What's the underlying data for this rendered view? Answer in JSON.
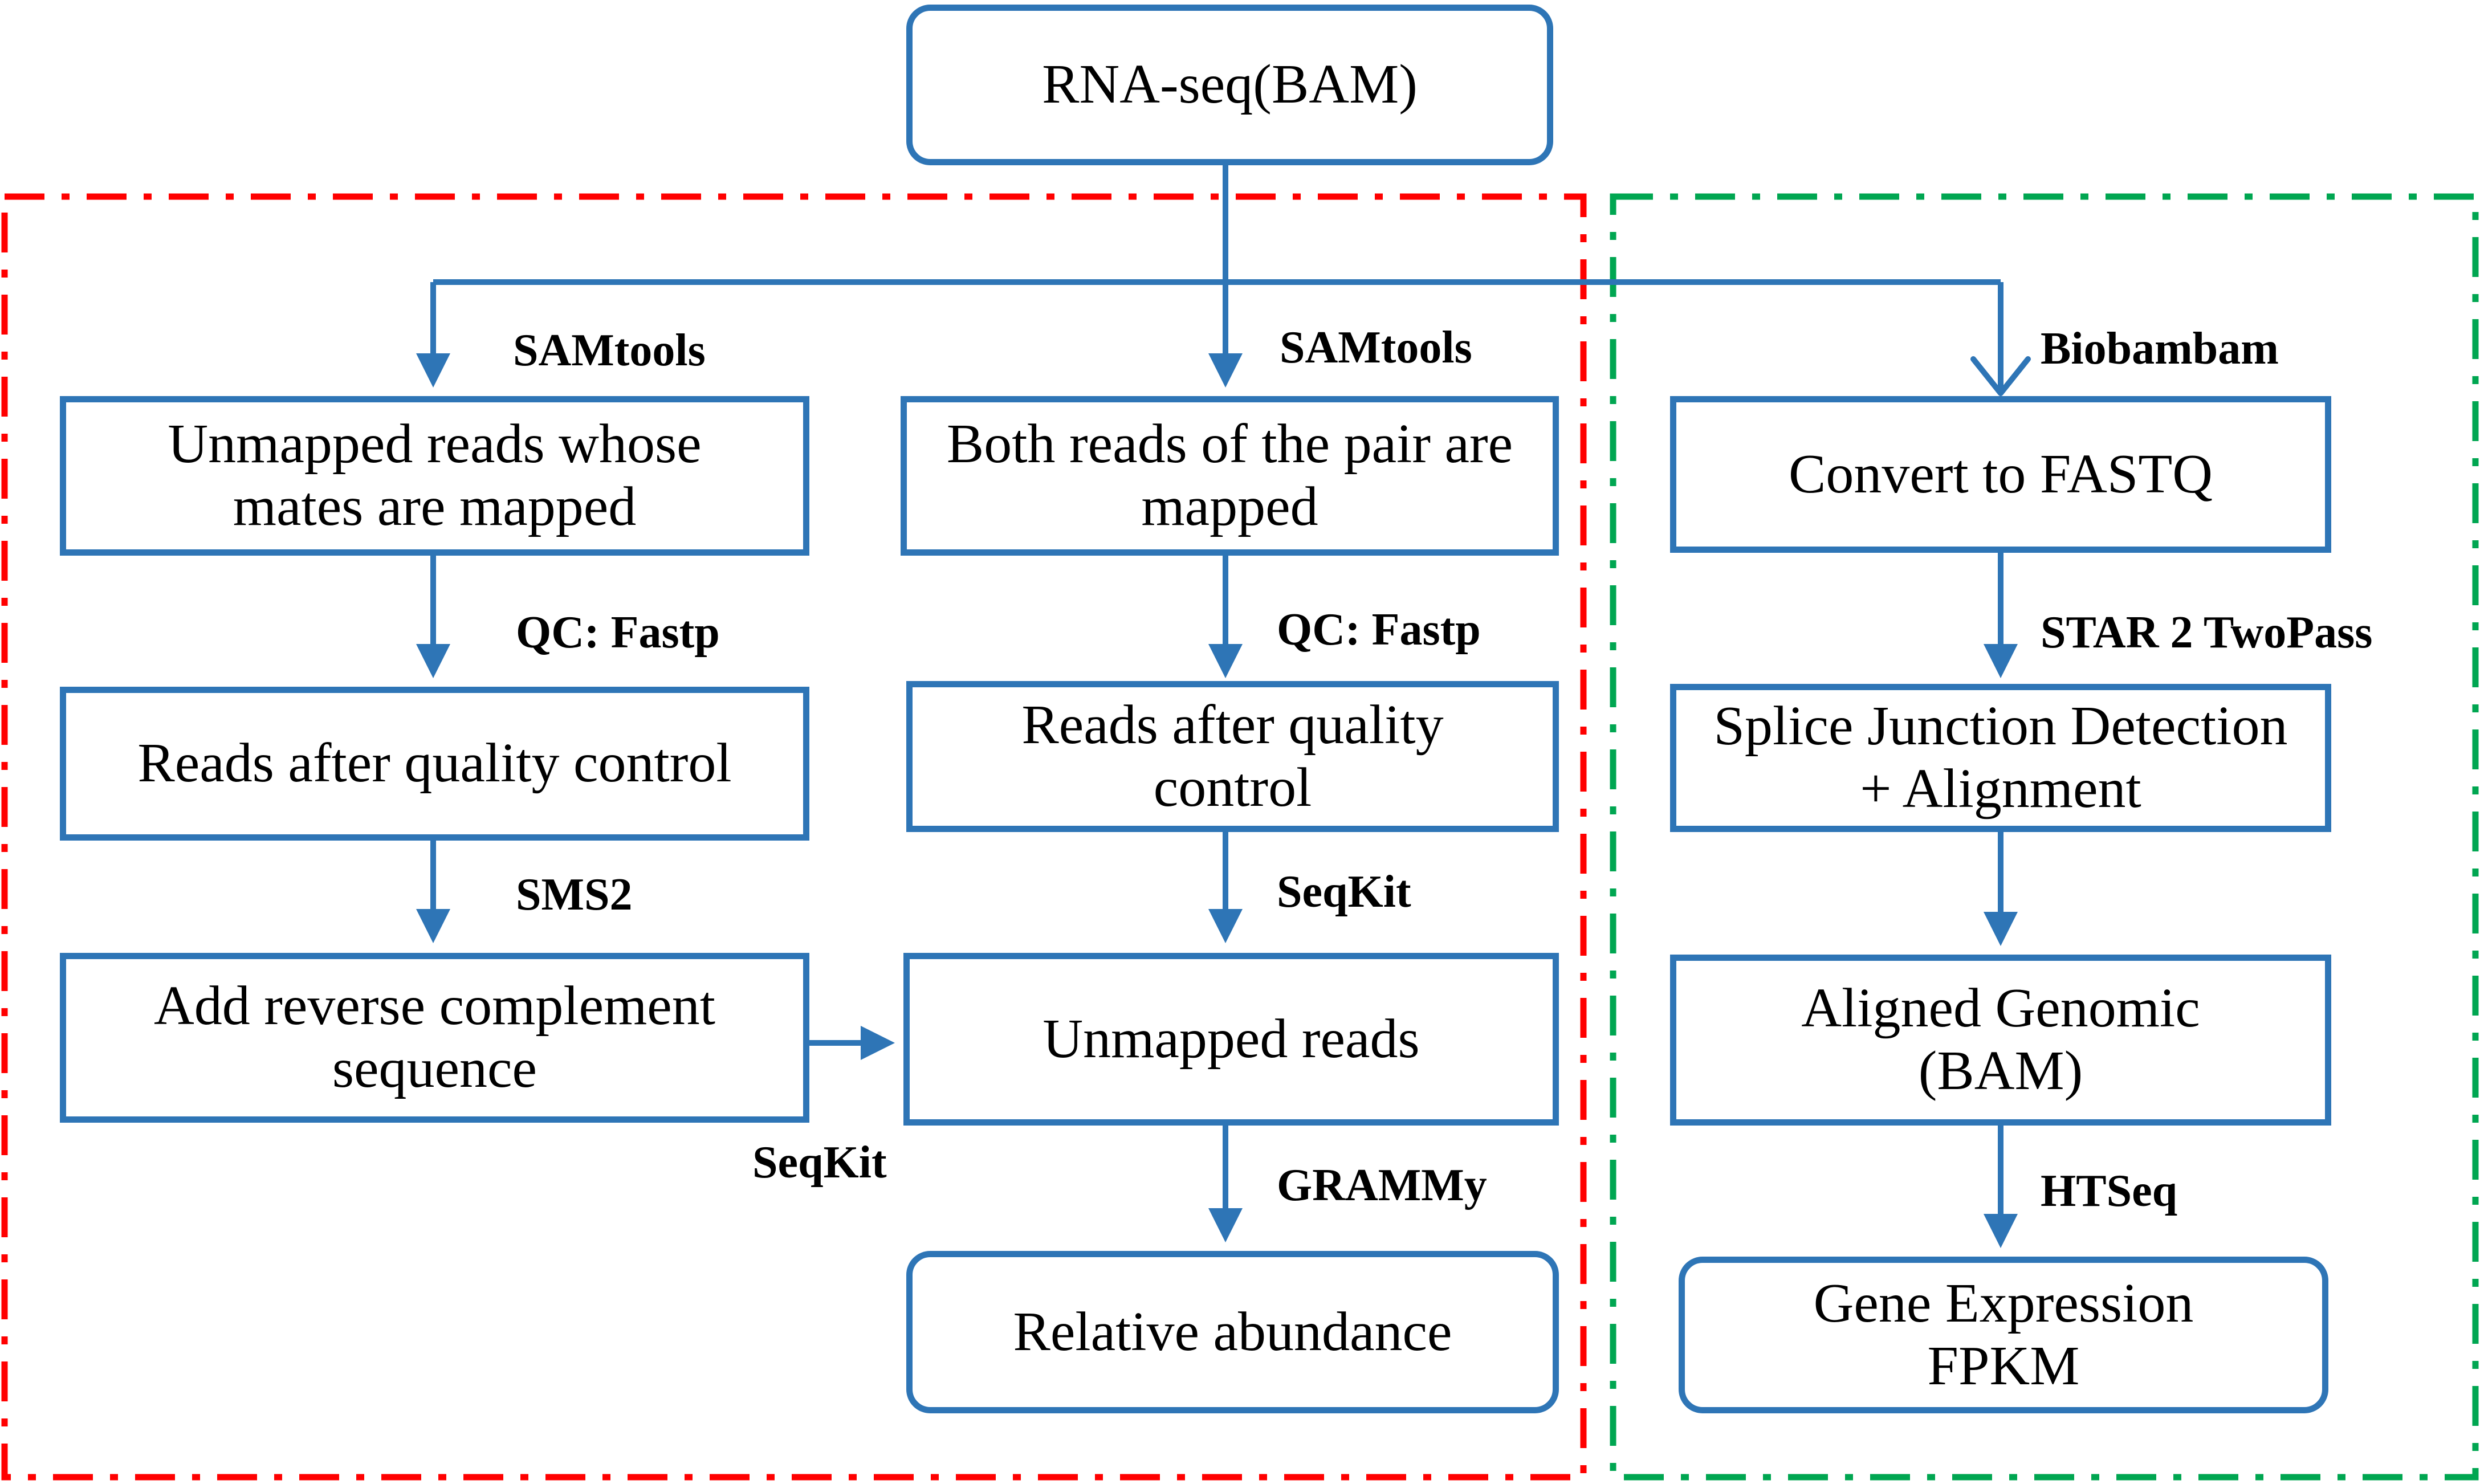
{
  "colors": {
    "box_border": "#2e75b6",
    "arrow": "#2e75b6",
    "left_region_border": "#ff0000",
    "right_region_border": "#00a651",
    "text": "#000000"
  },
  "nodes": {
    "root": "RNA-seq(BAM)",
    "unmapped_mates": "Unmapped reads whose mates are mapped",
    "reads_qc_left": "Reads after quality control",
    "add_reverse": "Add reverse complement sequence",
    "both_mapped": "Both reads of the pair are mapped",
    "reads_qc_mid": "Reads after quality control",
    "unmapped_reads": "Unmapped reads",
    "relative_abundance": "Relative abundance",
    "convert_fastq": "Convert to FASTQ",
    "splice": "Splice Junction Detection + Alignment",
    "aligned": "Aligned Genomic (BAM)",
    "gene_expr": "Gene Expression FPKM"
  },
  "tools": {
    "samtools_left": "SAMtools",
    "samtools_mid": "SAMtools",
    "biobambam": "Biobambam",
    "qc_left": "QC: Fastp",
    "qc_mid": "QC: Fastp",
    "star": "STAR 2 TwoPass",
    "sms2": "SMS2",
    "seqkit_mid": "SeqKit",
    "seqkit_left": "SeqKit",
    "grammy": "GRAMMy",
    "htseq": "HTSeq"
  }
}
